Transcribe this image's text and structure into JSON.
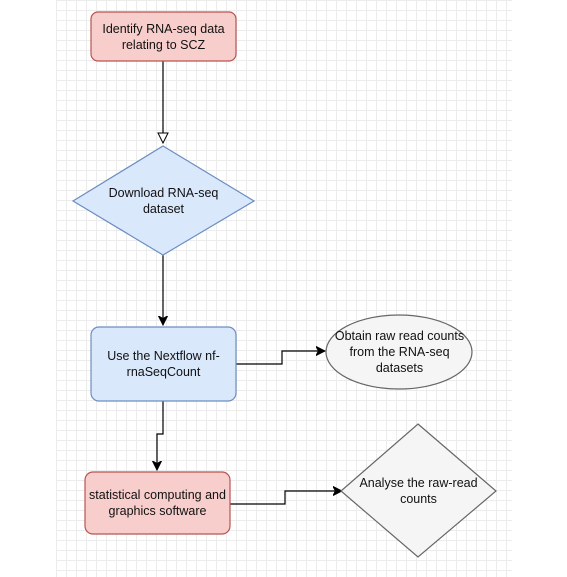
{
  "colors": {
    "red_fill": "#f8cecc",
    "red_stroke": "#b85450",
    "blue_fill": "#dae8fc",
    "blue_stroke": "#6c8ebf",
    "grey_fill": "#f5f5f5",
    "grey_stroke": "#666666",
    "edge": "#000000"
  },
  "nodes": {
    "identify": {
      "text": "Identify RNA-seq data relating to SCZ"
    },
    "download": {
      "text": "Download RNA-seq dataset"
    },
    "nextflow": {
      "text": "Use the Nextflow nf-rnaSeqCount"
    },
    "obtain": {
      "text": "Obtain raw read counts from the RNA-seq datasets"
    },
    "stats": {
      "text": "statistical computing and graphics software"
    },
    "analyse": {
      "text": "Analyse the raw-read counts"
    }
  }
}
